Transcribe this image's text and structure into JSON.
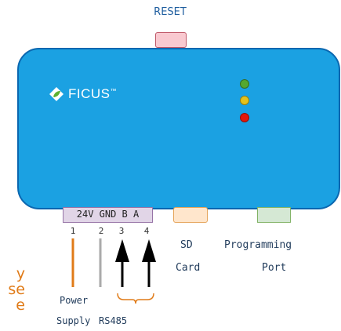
{
  "reset": {
    "label": "RESET"
  },
  "device": {
    "logo_text": "FICUS",
    "logo_mark": "™"
  },
  "leds": [
    {
      "name": "green",
      "color": "#54a830"
    },
    {
      "name": "yellow",
      "color": "#e5c21a"
    },
    {
      "name": "red",
      "color": "#e3170a"
    }
  ],
  "terminal": {
    "label": "24V GND B A",
    "pins": [
      "1",
      "2",
      "3",
      "4"
    ]
  },
  "sd": {
    "line1": "SD",
    "line2": "Card"
  },
  "programming": {
    "line1": "Programming",
    "line2": "Port"
  },
  "bottom_labels": {
    "power": "Power",
    "supply": "Supply",
    "rs485": "RS485"
  },
  "side_text": {
    "lines": [
      "y",
      "se",
      "e"
    ]
  },
  "colors": {
    "device_fill": "#1ba1e2",
    "device_border": "#0a67b0",
    "power_wire": "#e07b18",
    "gnd_wire": "#aaaaaa",
    "rs485_wire": "#000000",
    "label_text": "#1f5e9f"
  }
}
